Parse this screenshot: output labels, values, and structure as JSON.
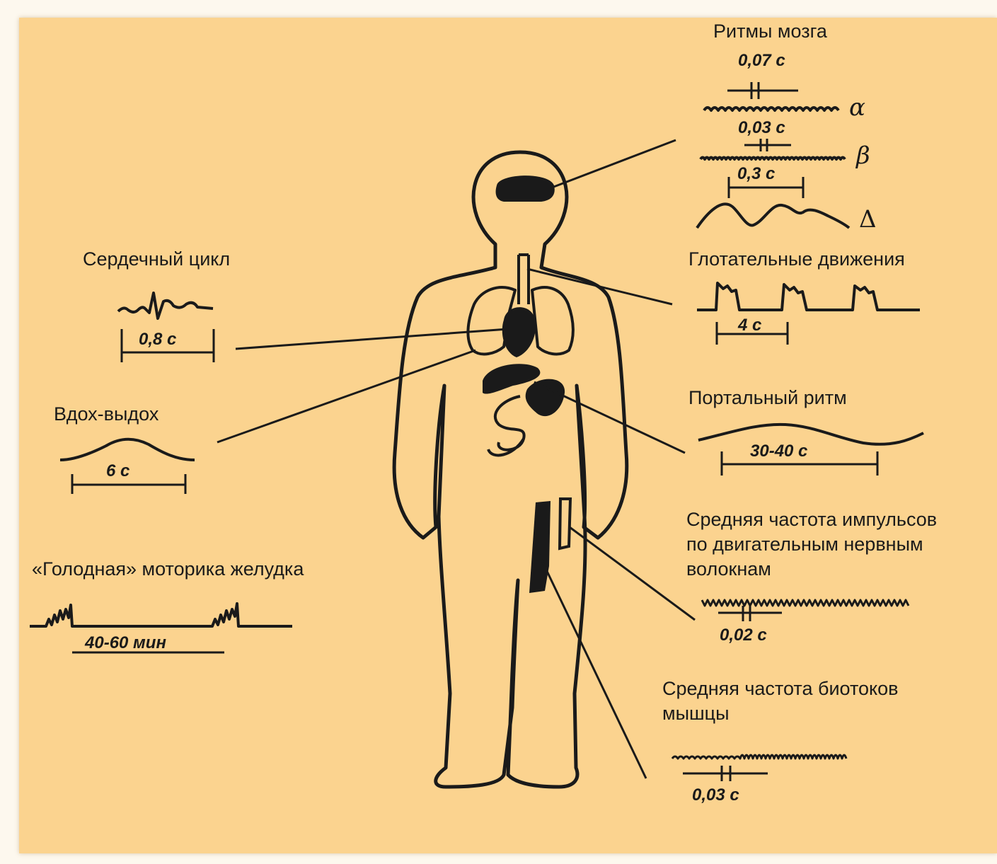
{
  "labels": {
    "brain": "Ритмы мозга",
    "heart": "Сердечный цикл",
    "breath": "Вдох-выдох",
    "hunger": "«Голодная» моторика желудка",
    "swallow": "Глотательные движения",
    "portal": "Портальный ритм",
    "nerve": [
      "Средняя частота импульсов",
      "по двигательным нервным",
      "волокнам"
    ],
    "muscle": [
      "Средняя частота биотоков",
      "мышцы"
    ]
  },
  "values": {
    "alpha_period": "0,07 с",
    "beta_period": "0,03 с",
    "delta_period": "0,3 с",
    "heart_period": "0,8 с",
    "breath_period": "6 с",
    "hunger_period": "40-60 мин",
    "swallow_period": "4 с",
    "portal_period": "30-40 с",
    "nerve_period": "0,02 с",
    "muscle_period": "0,03 с"
  },
  "symbols": {
    "alpha": "α",
    "beta": "β",
    "delta": "Δ"
  },
  "colors": {
    "background": "#fbd38f",
    "ink": "#1a1a1a",
    "frame": "#fdf8ee"
  }
}
